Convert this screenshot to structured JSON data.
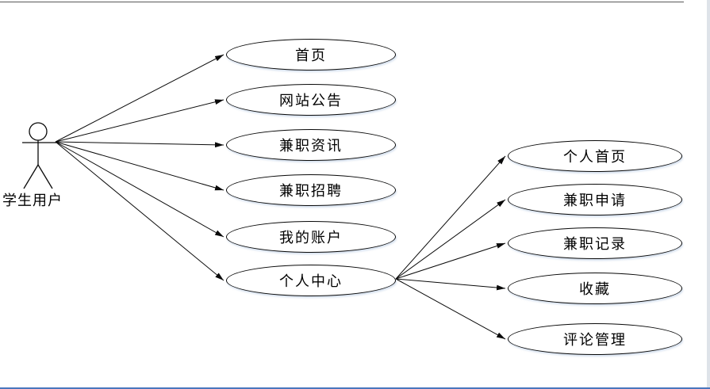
{
  "diagram": {
    "type": "use-case-diagram",
    "actor": {
      "label": "学生用户"
    },
    "primary_nodes": [
      {
        "label": "首页"
      },
      {
        "label": "网站公告"
      },
      {
        "label": "兼职资讯"
      },
      {
        "label": "兼职招聘"
      },
      {
        "label": "我的账户"
      },
      {
        "label": "个人中心"
      }
    ],
    "secondary_nodes": [
      {
        "label": "个人首页"
      },
      {
        "label": "兼职申请"
      },
      {
        "label": "兼职记录"
      },
      {
        "label": "收藏"
      },
      {
        "label": "评论管理"
      }
    ],
    "edges": [
      {
        "from": "学生用户",
        "to": "首页"
      },
      {
        "from": "学生用户",
        "to": "网站公告"
      },
      {
        "from": "学生用户",
        "to": "兼职资讯"
      },
      {
        "from": "学生用户",
        "to": "兼职招聘"
      },
      {
        "from": "学生用户",
        "to": "我的账户"
      },
      {
        "from": "学生用户",
        "to": "个人中心"
      },
      {
        "from": "个人中心",
        "to": "个人首页"
      },
      {
        "from": "个人中心",
        "to": "兼职申请"
      },
      {
        "from": "个人中心",
        "to": "兼职记录"
      },
      {
        "from": "个人中心",
        "to": "收藏"
      },
      {
        "from": "个人中心",
        "to": "评论管理"
      }
    ],
    "colors": {
      "line": "#000000",
      "background": "#ffffff",
      "top_edge": "#595959",
      "right_edge": "#dee3e9",
      "bottom_edge": "#4a76bd"
    }
  }
}
